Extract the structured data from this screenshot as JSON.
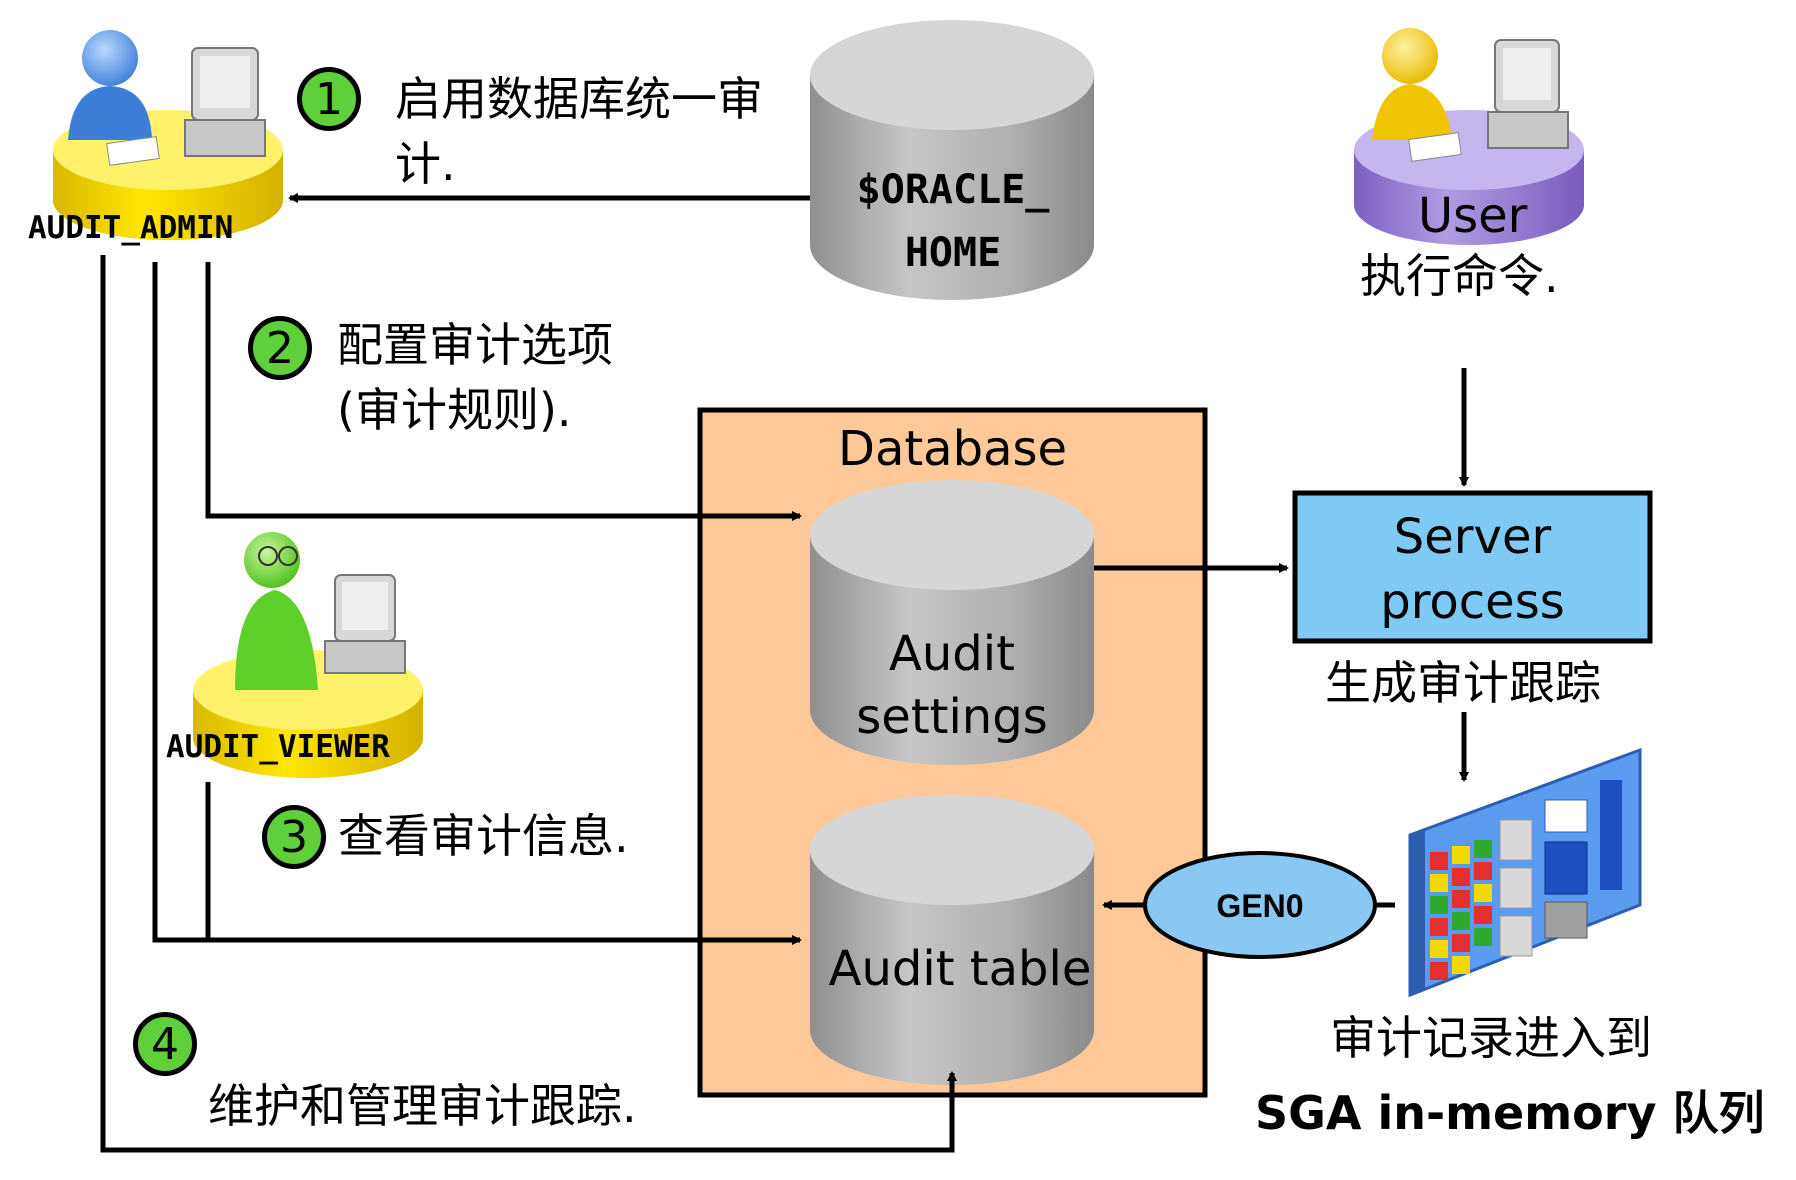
{
  "actors": {
    "admin": "AUDIT_ADMIN",
    "viewer": "AUDIT_VIEWER",
    "user": "User"
  },
  "steps": [
    {
      "number": "1",
      "text_line1": "启用数据库统一审",
      "text_line2": "计."
    },
    {
      "number": "2",
      "text_line1": "配置审计选项",
      "text_line2": "(审计规则)."
    },
    {
      "number": "3",
      "text_line1": "查看审计信息."
    },
    {
      "number": "4",
      "text_line1": "维护和管理审计跟踪."
    }
  ],
  "oracle_home": {
    "line1": "$ORACLE_",
    "line2": "HOME"
  },
  "database": {
    "title": "Database",
    "audit_settings_line1": "Audit",
    "audit_settings_line2": "settings",
    "audit_table": "Audit table"
  },
  "user_caption": "执行命令.",
  "server_process": {
    "line1": "Server",
    "line2": "process",
    "caption": "生成审计跟踪"
  },
  "gen0": "GEN0",
  "sga": {
    "caption_line1": "审计记录进入到",
    "caption_line2": "SGA in-memory 队列"
  },
  "colors": {
    "database_fill": "#ffc899",
    "server_fill": "#7fcaf5",
    "gen0_fill": "#88c8f2",
    "step_badge": "#5fcf3a",
    "cylinder_gray": "#b4b4b4",
    "admin_platform": "#f5d800",
    "user_platform": "#9b7fd6"
  },
  "icons": [
    "admin-person-icon",
    "viewer-person-icon",
    "user-person-icon",
    "computer-icon",
    "sga-memory-icon"
  ]
}
